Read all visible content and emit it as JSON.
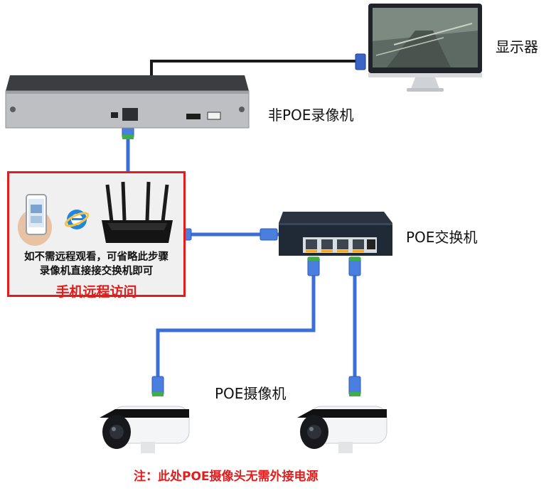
{
  "labels": {
    "monitor": "显示器",
    "nvr": "非POE录像机",
    "poe_switch": "POE交换机",
    "poe_camera": "POE摄像机"
  },
  "remote_box": {
    "note_line1": "如不需远程观看，可省略此步骤",
    "note_line2": "录像机直接接交换机即可",
    "title": "手机远程访问"
  },
  "footer_note": "注：此处POE摄像头无需外接电源",
  "colors": {
    "cable_blue": "#3b6fd6",
    "cable_black": "#1a1a1a",
    "highlight_red": "#e01e1e",
    "connector_green": "#3fae49",
    "device_dark": "#1f2a36"
  },
  "icons": [
    "phone-icon",
    "browser-icon",
    "router-icon",
    "monitor-icon",
    "nvr-icon",
    "switch-icon",
    "camera-icon"
  ]
}
